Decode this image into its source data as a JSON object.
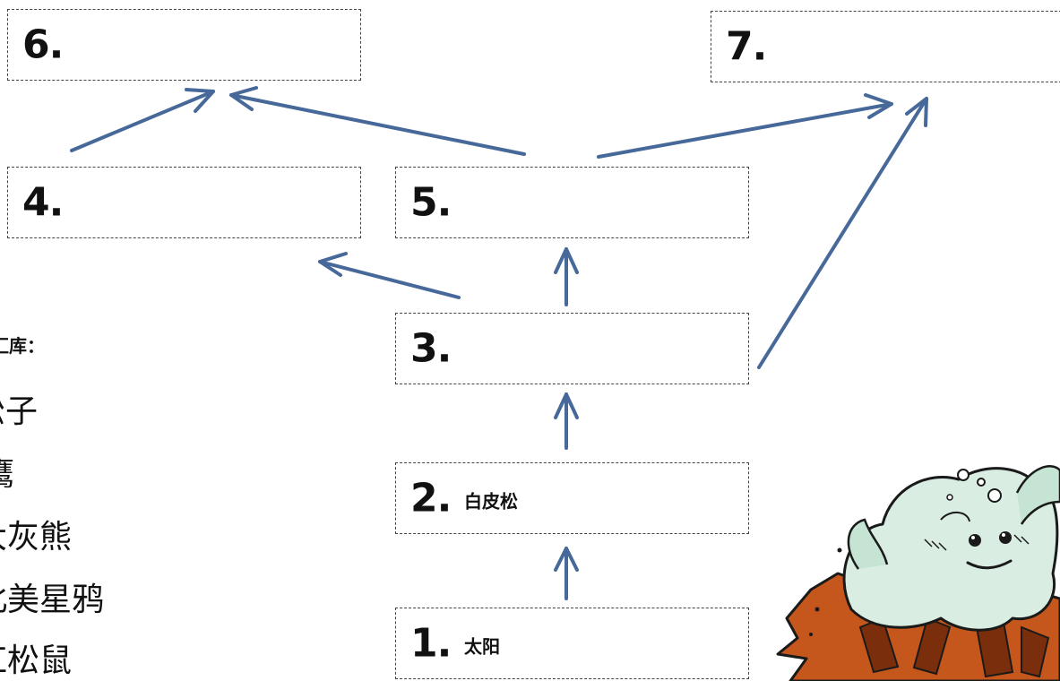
{
  "diagram": {
    "boxes": [
      {
        "id": "b1",
        "number": "1.",
        "label": "太阳"
      },
      {
        "id": "b2",
        "number": "2.",
        "label": "白皮松"
      },
      {
        "id": "b3",
        "number": "3.",
        "label": ""
      },
      {
        "id": "b4",
        "number": "4.",
        "label": ""
      },
      {
        "id": "b5",
        "number": "5.",
        "label": ""
      },
      {
        "id": "b6",
        "number": "6.",
        "label": ""
      },
      {
        "id": "b7",
        "number": "7.",
        "label": ""
      }
    ],
    "arrows": [
      {
        "from": "b1",
        "to": "b2"
      },
      {
        "from": "b2",
        "to": "b3"
      },
      {
        "from": "b3",
        "to": "b5"
      },
      {
        "from": "b3",
        "to": "b4"
      },
      {
        "from": "b3",
        "to": "b7"
      },
      {
        "from": "b4",
        "to": "b6"
      },
      {
        "from": "b5",
        "to": "b6"
      },
      {
        "from": "b5",
        "to": "b7"
      }
    ]
  },
  "word_bank": {
    "title": "汇库：",
    "items": [
      "松子",
      "鹰",
      "大灰熊",
      "北美星鸦",
      "红松鼠"
    ]
  },
  "colors": {
    "arrow": "#47699a",
    "box_border": "#444444",
    "text": "#111111"
  },
  "illustration": {
    "icon": "volcano-ghost-cartoon-icon"
  }
}
